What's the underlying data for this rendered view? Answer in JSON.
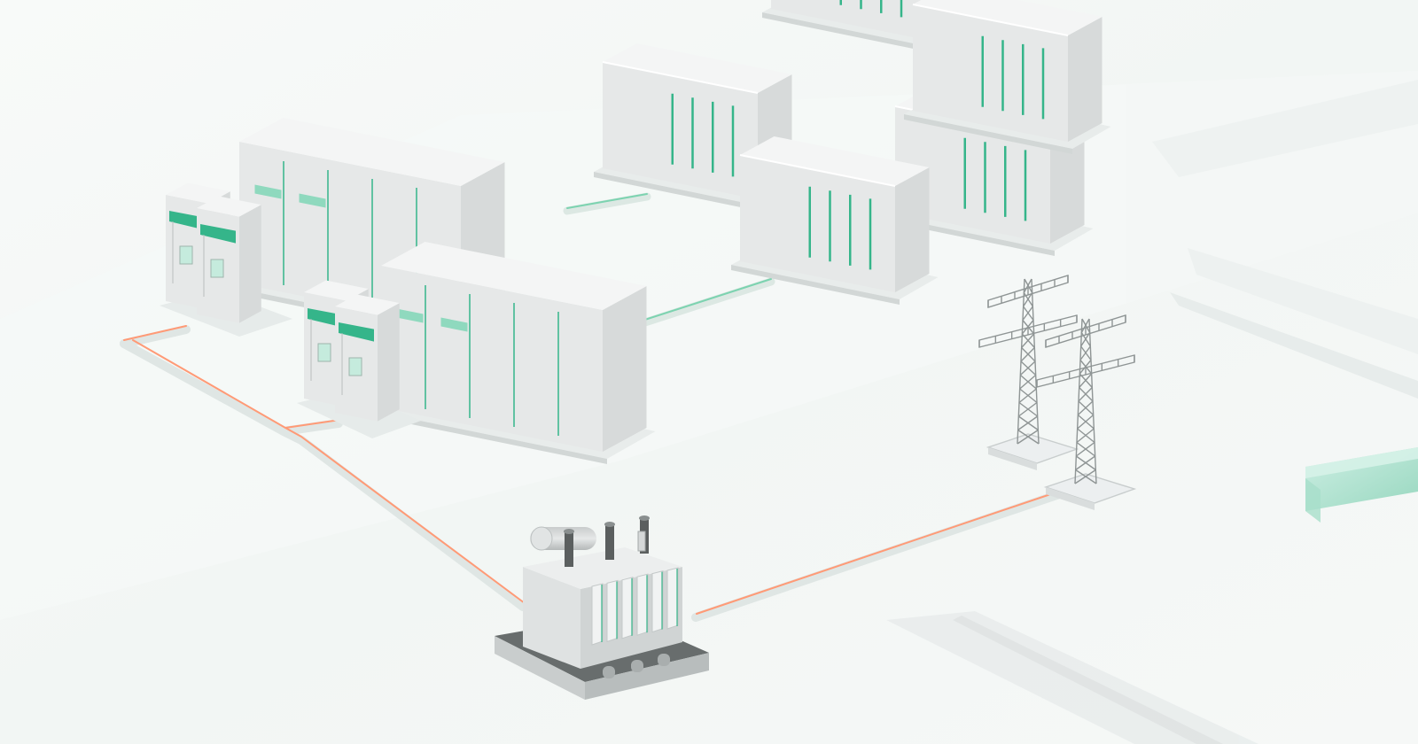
{
  "scene": {
    "description_title": "",
    "palette": {
      "background": "#f3f6f5",
      "floor_light": "#f7f9f8",
      "floor_plate": "#eef2f1",
      "box_top": "#f4f5f5",
      "box_left": "#e6e8e8",
      "box_right": "#d7dada",
      "accent_green": "#35b58a",
      "accent_green_light": "#8fd9be",
      "ac_line": "#ff8f6b",
      "dc_line": "#7cd3b0",
      "tower_stroke": "#8f9595"
    },
    "components": {
      "battery_containers": [
        "battery-container",
        "battery-container",
        "battery-container",
        "battery-container",
        "battery-container"
      ],
      "pcs_cabinets": [
        "pcs-cabinet",
        "pcs-cabinet"
      ],
      "inverter_units": [
        "inverter-unit",
        "inverter-unit",
        "inverter-unit",
        "inverter-unit"
      ],
      "transformer": "power-transformer",
      "transmission_towers": [
        "transmission-tower",
        "transmission-tower"
      ]
    }
  }
}
